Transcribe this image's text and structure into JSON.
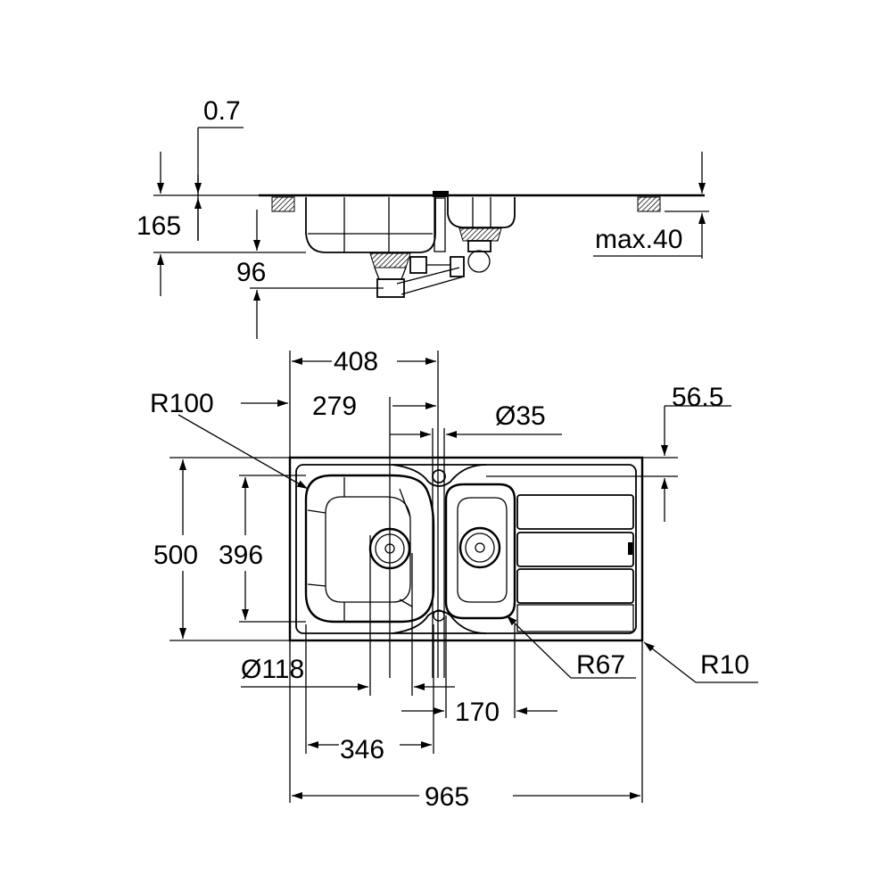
{
  "drawing": {
    "title": "Sink dimension drawing",
    "side_view": {
      "thickness": "0.7",
      "depth": "165",
      "drain_height": "96",
      "max_counter": "max.40"
    },
    "top_view": {
      "bowl_width": "408",
      "corner_radius_large": "R100",
      "tap_offset": "279",
      "tap_hole": "Ø35",
      "tap_edge": "56.5",
      "overall_depth": "500",
      "bowl_depth": "396",
      "drain_diameter": "Ø118",
      "corner_radius_small": "R67",
      "outer_radius": "R10",
      "small_bowl_width": "170",
      "large_bowl_width": "346",
      "overall_width": "965"
    }
  }
}
